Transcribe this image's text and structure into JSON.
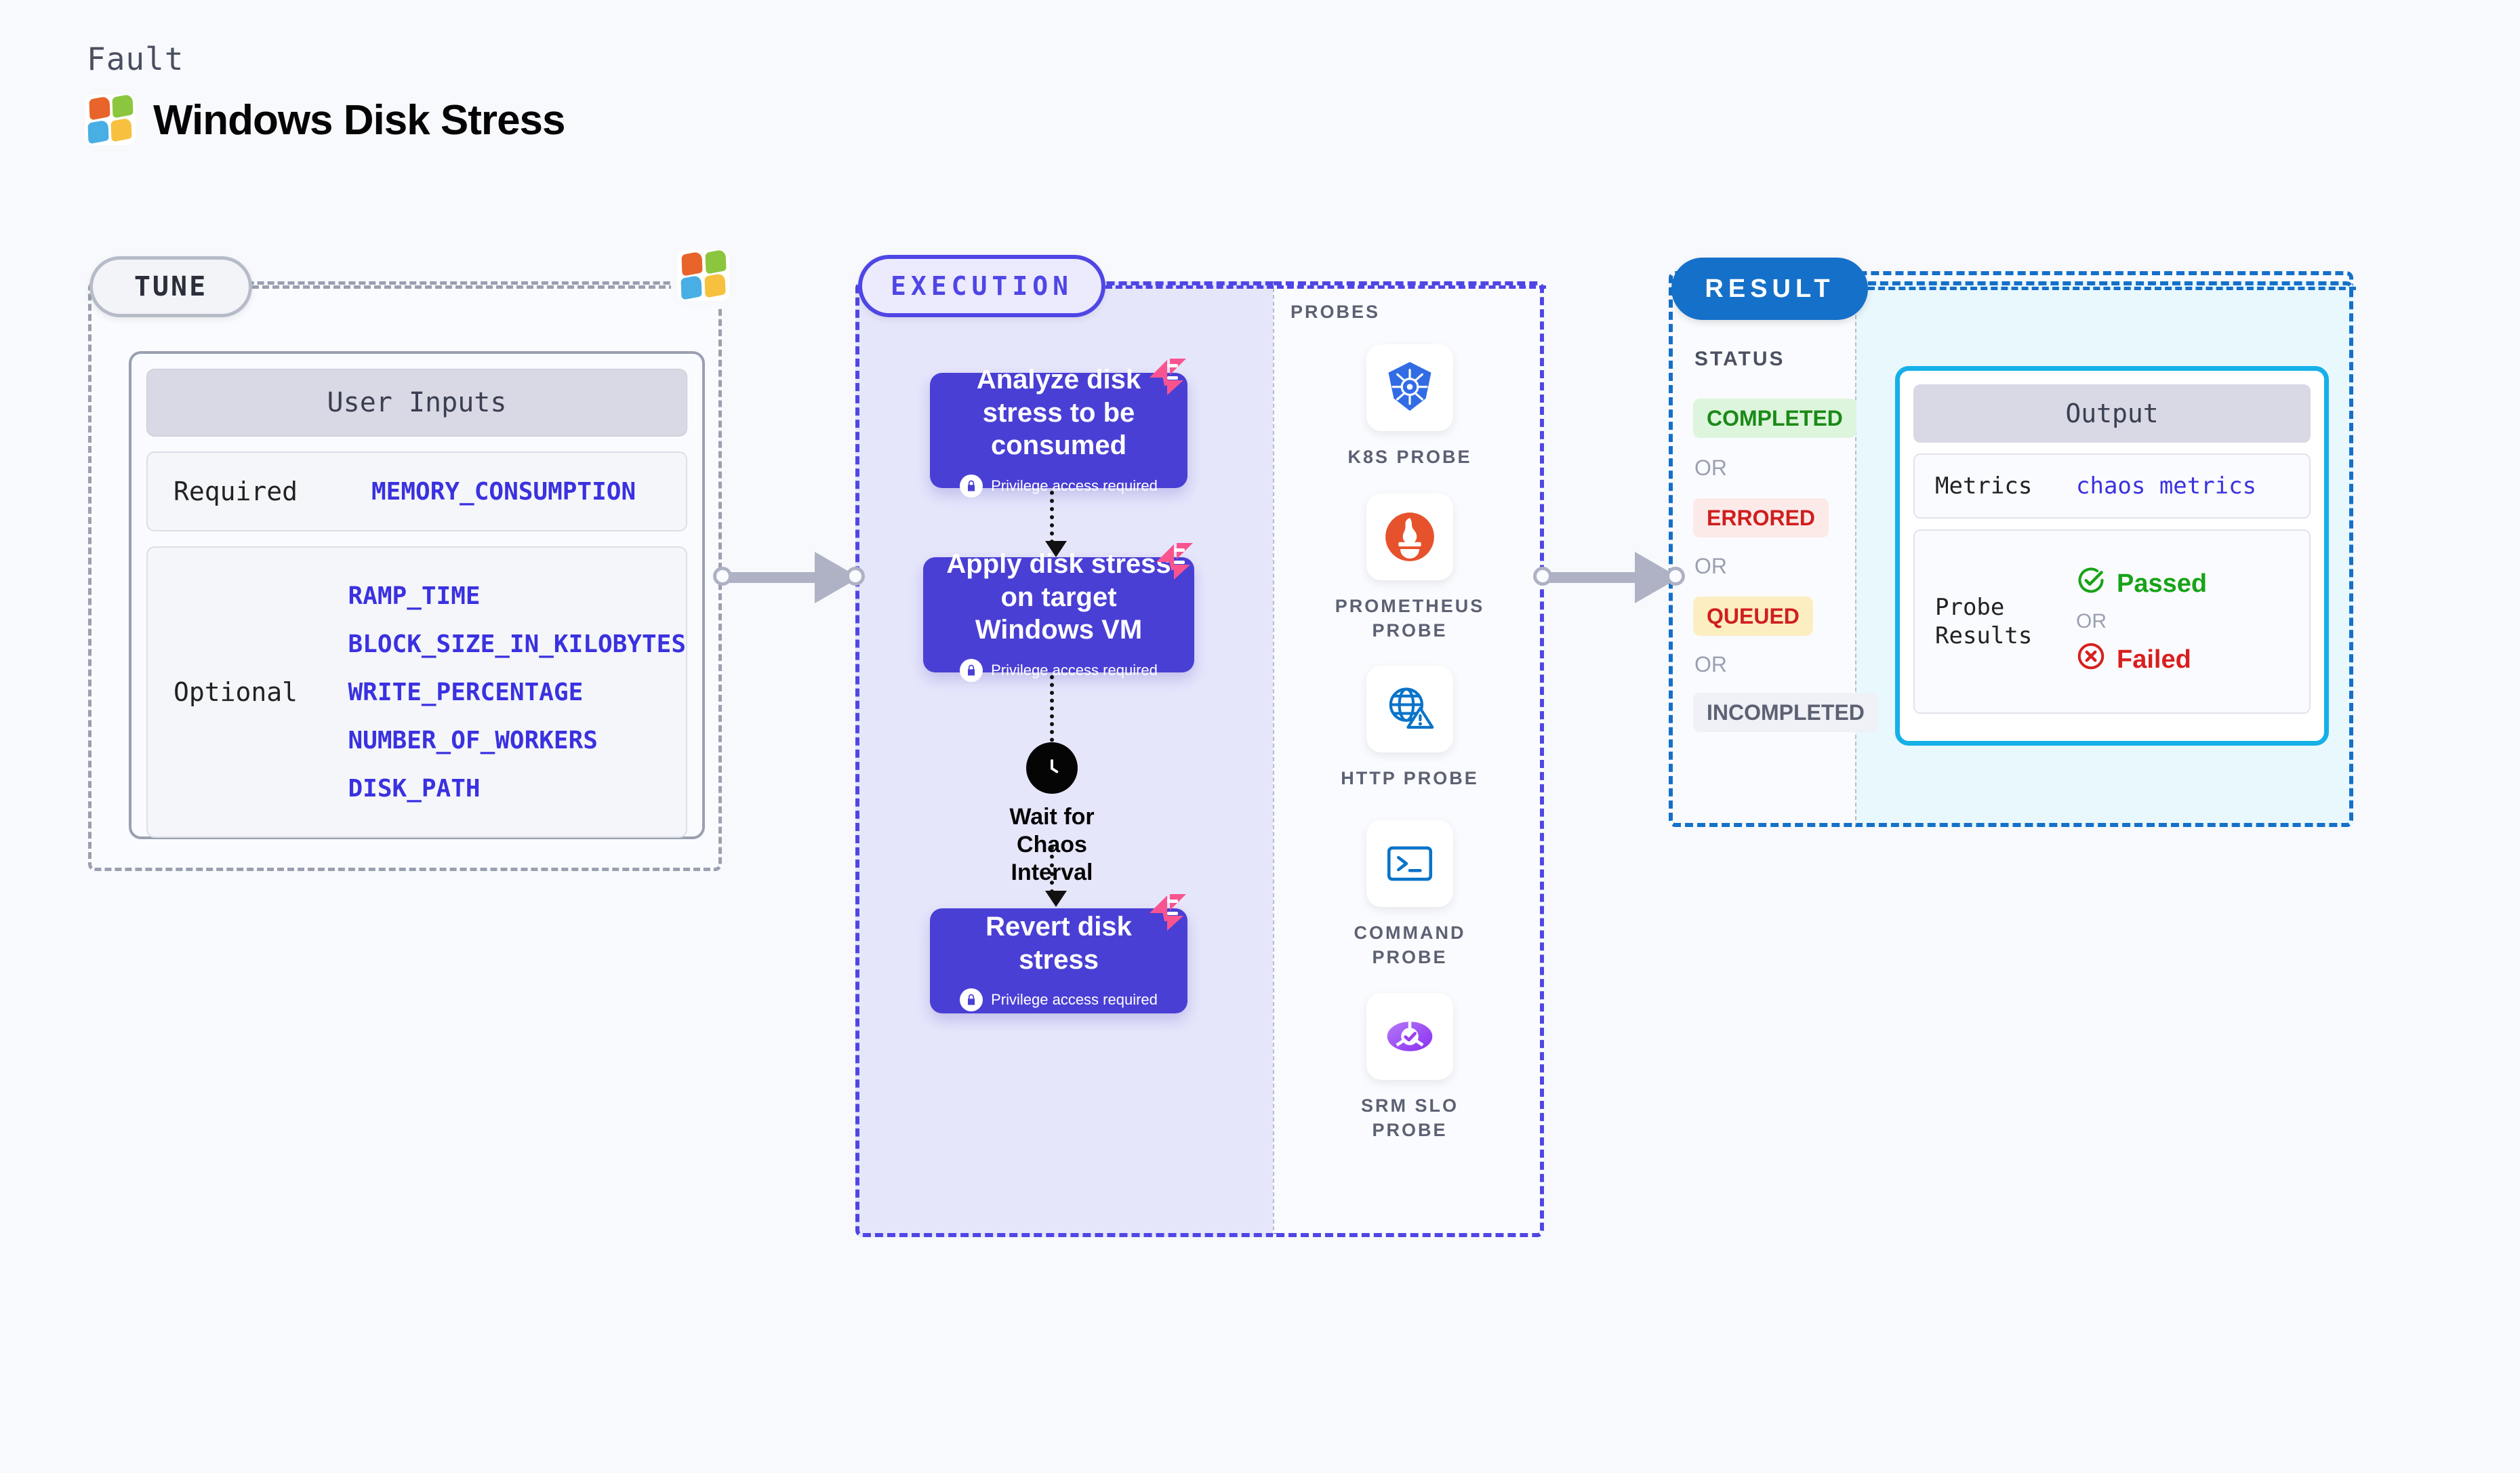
{
  "header": {
    "kicker": "Fault",
    "title": "Windows Disk Stress",
    "logo_icon": "windows-logo-icon"
  },
  "stages": {
    "tune": {
      "pill_label": "TUNE"
    },
    "execution": {
      "pill_label": "EXECUTION"
    },
    "result": {
      "pill_label": "RESULT"
    }
  },
  "tune": {
    "card_title": "User Inputs",
    "required": {
      "label": "Required",
      "values": [
        "MEMORY_CONSUMPTION"
      ]
    },
    "optional": {
      "label": "Optional",
      "values": [
        "RAMP_TIME",
        "BLOCK_SIZE_IN_KILOBYTES",
        "WRITE_PERCENTAGE",
        "NUMBER_OF_WORKERS",
        "DISK_PATH"
      ]
    }
  },
  "execution": {
    "privilege_note": "Privilege access required",
    "steps": [
      {
        "title": "Analyze disk stress to be consumed",
        "privileged": true,
        "chaos_badge": "chaos-badge-icon"
      },
      {
        "title": "Apply disk stress on target Windows VM",
        "privileged": true,
        "chaos_badge": "chaos-badge-icon"
      },
      {
        "title": "Revert disk stress",
        "privileged": true,
        "chaos_badge": "chaos-badge-icon"
      }
    ],
    "wait": {
      "label": "Wait for Chaos Interval",
      "icon": "clock-icon"
    }
  },
  "probes": {
    "title": "PROBES",
    "items": [
      {
        "label": "K8S PROBE",
        "icon": "kubernetes-icon"
      },
      {
        "label": "PROMETHEUS PROBE",
        "icon": "prometheus-icon"
      },
      {
        "label": "HTTP PROBE",
        "icon": "globe-warning-icon"
      },
      {
        "label": "COMMAND PROBE",
        "icon": "terminal-icon"
      },
      {
        "label": "SRM SLO PROBE",
        "icon": "srm-slo-icon"
      }
    ]
  },
  "result": {
    "status_title": "STATUS",
    "or_label": "OR",
    "statuses": [
      {
        "label": "COMPLETED",
        "bg": "#ddf5dd",
        "fg": "#1a8a17"
      },
      {
        "label": "ERRORED",
        "bg": "#fceae8",
        "fg": "#cf1f1f"
      },
      {
        "label": "QUEUED",
        "bg": "#fdeec2",
        "fg": "#cf1f1f"
      },
      {
        "label": "INCOMPLETED",
        "bg": "#f0f1f6",
        "fg": "#5c6173"
      }
    ],
    "output": {
      "card_title": "Output",
      "metrics_label": "Metrics",
      "metrics_value": "chaos metrics",
      "probe_results_label": "Probe Results",
      "passed_label": "Passed",
      "failed_label": "Failed",
      "or_label": "OR"
    }
  },
  "colors": {
    "page_bg": "#f8f9fc",
    "tune_border": "#9aa0b0",
    "exec_accent": "#4f46e5",
    "exec_bg": "#e6e6fb",
    "exec_box": "#4a3fd4",
    "result_accent": "#1570c9",
    "output_accent": "#15b0e8",
    "mono_value": "#3a31e0",
    "chaos_pink": "#f9548f"
  }
}
